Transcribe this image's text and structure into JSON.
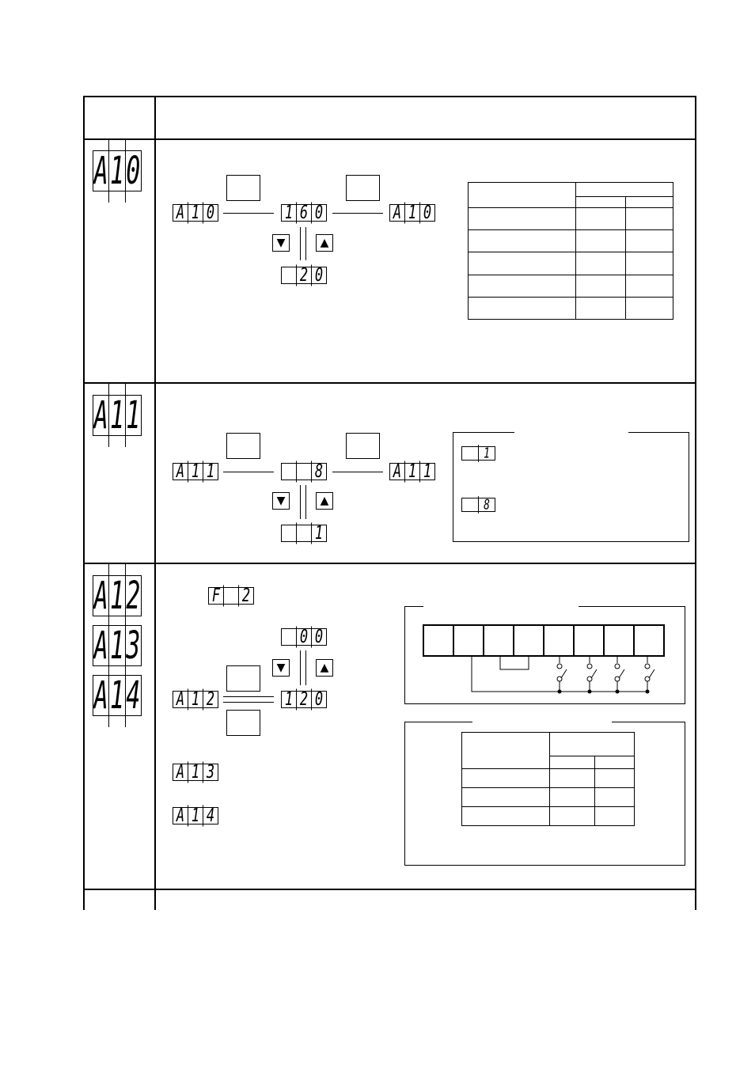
{
  "sections": {
    "a10": {
      "codes": [
        {
          "digits": [
            "A",
            "1",
            "0"
          ]
        }
      ],
      "flow": {
        "left": [
          "A",
          "1",
          "0"
        ],
        "value": [
          "1",
          "6",
          "0"
        ],
        "right": [
          "A",
          "1",
          "0"
        ],
        "alt": [
          "",
          "2",
          "0"
        ]
      },
      "arrows": {
        "down": "▼",
        "up": "▲"
      }
    },
    "a11": {
      "codes": [
        {
          "digits": [
            "A",
            "1",
            "1"
          ]
        }
      ],
      "flow": {
        "left": [
          "A",
          "1",
          "1"
        ],
        "value": [
          "",
          "",
          "8"
        ],
        "right": [
          "A",
          "1",
          "1"
        ],
        "alt": [
          "",
          "",
          "1"
        ]
      },
      "info": {
        "row1": [
          "",
          "1"
        ],
        "row2": [
          "",
          "8"
        ]
      },
      "arrows": {
        "down": "▼",
        "up": "▲"
      }
    },
    "a12": {
      "codes": [
        {
          "digits": [
            "A",
            "1",
            "2"
          ]
        },
        {
          "digits": [
            "A",
            "1",
            "3"
          ]
        },
        {
          "digits": [
            "A",
            "1",
            "4"
          ]
        }
      ],
      "mode": [
        "F",
        "",
        "2"
      ],
      "flow": {
        "top": [
          "",
          "0",
          "0"
        ],
        "left": [
          "A",
          "1",
          "2"
        ],
        "value": [
          "1",
          "2",
          "0"
        ]
      },
      "others": {
        "a13": [
          "A",
          "1",
          "3"
        ],
        "a14": [
          "A",
          "1",
          "4"
        ]
      },
      "arrows": {
        "down": "▼",
        "up": "▲"
      }
    }
  }
}
